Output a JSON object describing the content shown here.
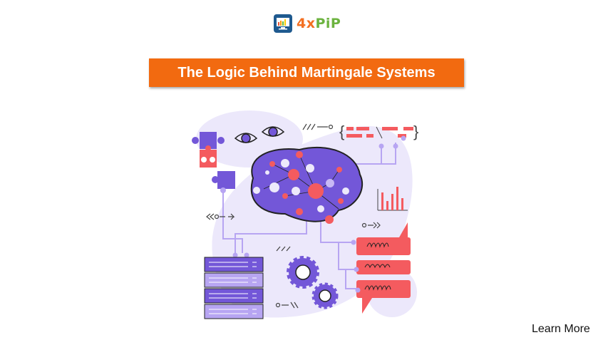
{
  "brand": {
    "name_part1": "4x",
    "name_part2": "PiP",
    "colors": {
      "orange": "#f36f21",
      "green": "#6cb33f"
    }
  },
  "banner": {
    "title": "The Logic Behind Martingale Systems",
    "color": "#f26a10"
  },
  "illustration": {
    "icon": "brain-network-illustration",
    "colors": {
      "purple": "#7357d8",
      "red": "#f45b5f",
      "lavender": "#ece8fb"
    }
  },
  "cta": {
    "label": "Learn More"
  }
}
